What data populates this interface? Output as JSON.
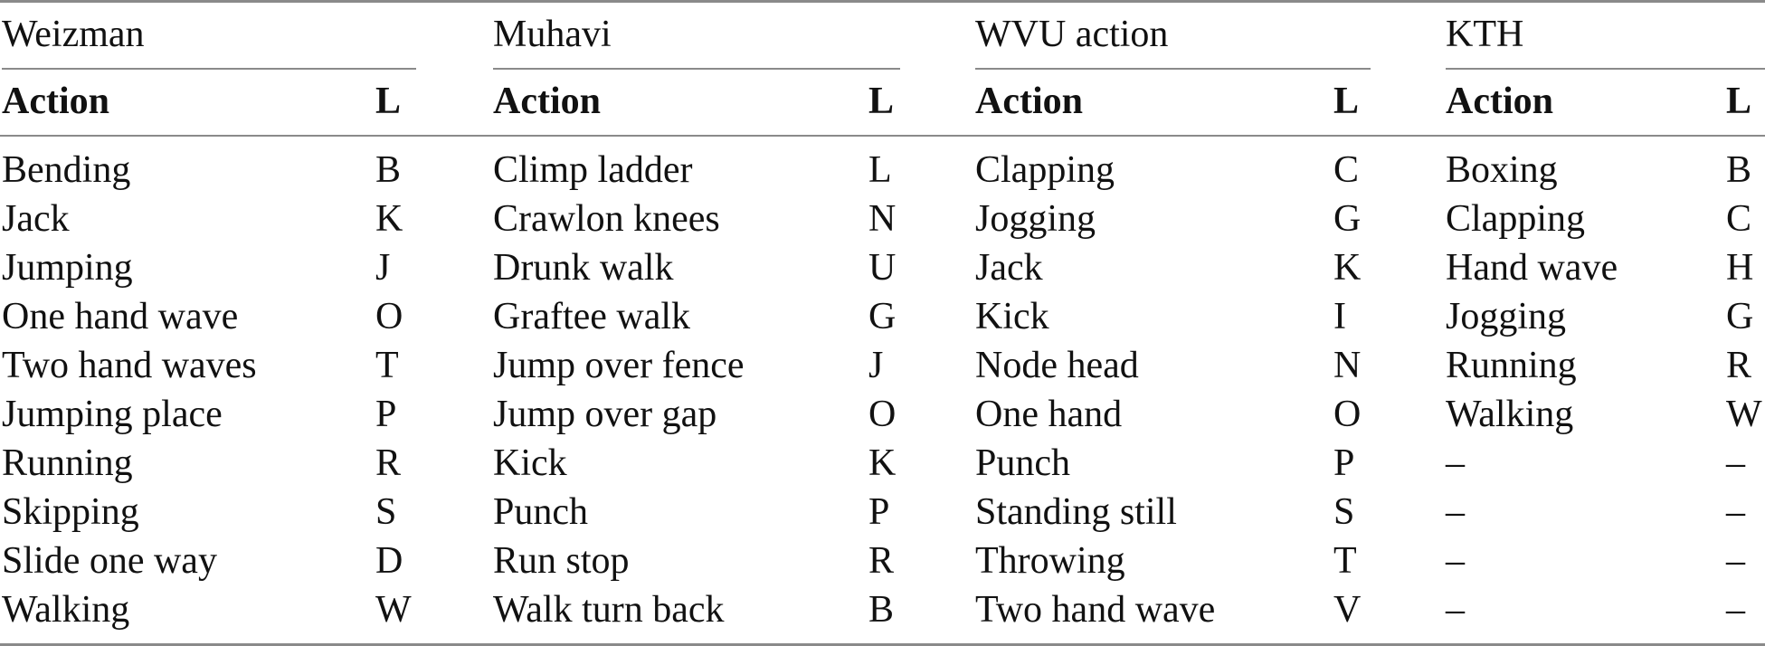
{
  "groups": [
    {
      "title": "Weizman",
      "action_header": "Action",
      "label_header": "L",
      "rows": [
        {
          "action": "Bending",
          "label": "B"
        },
        {
          "action": "Jack",
          "label": "K"
        },
        {
          "action": "Jumping",
          "label": "J"
        },
        {
          "action": "One hand wave",
          "label": "O"
        },
        {
          "action": "Two hand waves",
          "label": "T"
        },
        {
          "action": "Jumping place",
          "label": "P"
        },
        {
          "action": "Running",
          "label": "R"
        },
        {
          "action": "Skipping",
          "label": "S"
        },
        {
          "action": "Slide one way",
          "label": "D"
        },
        {
          "action": "Walking",
          "label": "W"
        }
      ]
    },
    {
      "title": "Muhavi",
      "action_header": "Action",
      "label_header": "L",
      "rows": [
        {
          "action": "Climp ladder",
          "label": "L"
        },
        {
          "action": "Crawlon knees",
          "label": "N"
        },
        {
          "action": "Drunk walk",
          "label": "U"
        },
        {
          "action": "Graftee walk",
          "label": "G"
        },
        {
          "action": "Jump over fence",
          "label": "J"
        },
        {
          "action": "Jump over gap",
          "label": "O"
        },
        {
          "action": "Kick",
          "label": "K"
        },
        {
          "action": "Punch",
          "label": "P"
        },
        {
          "action": "Run stop",
          "label": "R"
        },
        {
          "action": "Walk turn back",
          "label": "B"
        }
      ]
    },
    {
      "title": "WVU action",
      "action_header": "Action",
      "label_header": "L",
      "rows": [
        {
          "action": "Clapping",
          "label": "C"
        },
        {
          "action": "Jogging",
          "label": "G"
        },
        {
          "action": "Jack",
          "label": "K"
        },
        {
          "action": "Kick",
          "label": "I"
        },
        {
          "action": "Node head",
          "label": "N"
        },
        {
          "action": "One hand",
          "label": "O"
        },
        {
          "action": "Punch",
          "label": "P"
        },
        {
          "action": "Standing still",
          "label": "S"
        },
        {
          "action": "Throwing",
          "label": "T"
        },
        {
          "action": "Two hand wave",
          "label": "V"
        }
      ]
    },
    {
      "title": "KTH",
      "action_header": "Action",
      "label_header": "L",
      "rows": [
        {
          "action": "Boxing",
          "label": "B"
        },
        {
          "action": "Clapping",
          "label": "C"
        },
        {
          "action": "Hand wave",
          "label": "H"
        },
        {
          "action": "Jogging",
          "label": "G"
        },
        {
          "action": "Running",
          "label": "R"
        },
        {
          "action": "Walking",
          "label": "W"
        },
        {
          "action": "–",
          "label": "–"
        },
        {
          "action": "–",
          "label": "–"
        },
        {
          "action": "–",
          "label": "–"
        },
        {
          "action": "–",
          "label": "–"
        }
      ]
    }
  ]
}
